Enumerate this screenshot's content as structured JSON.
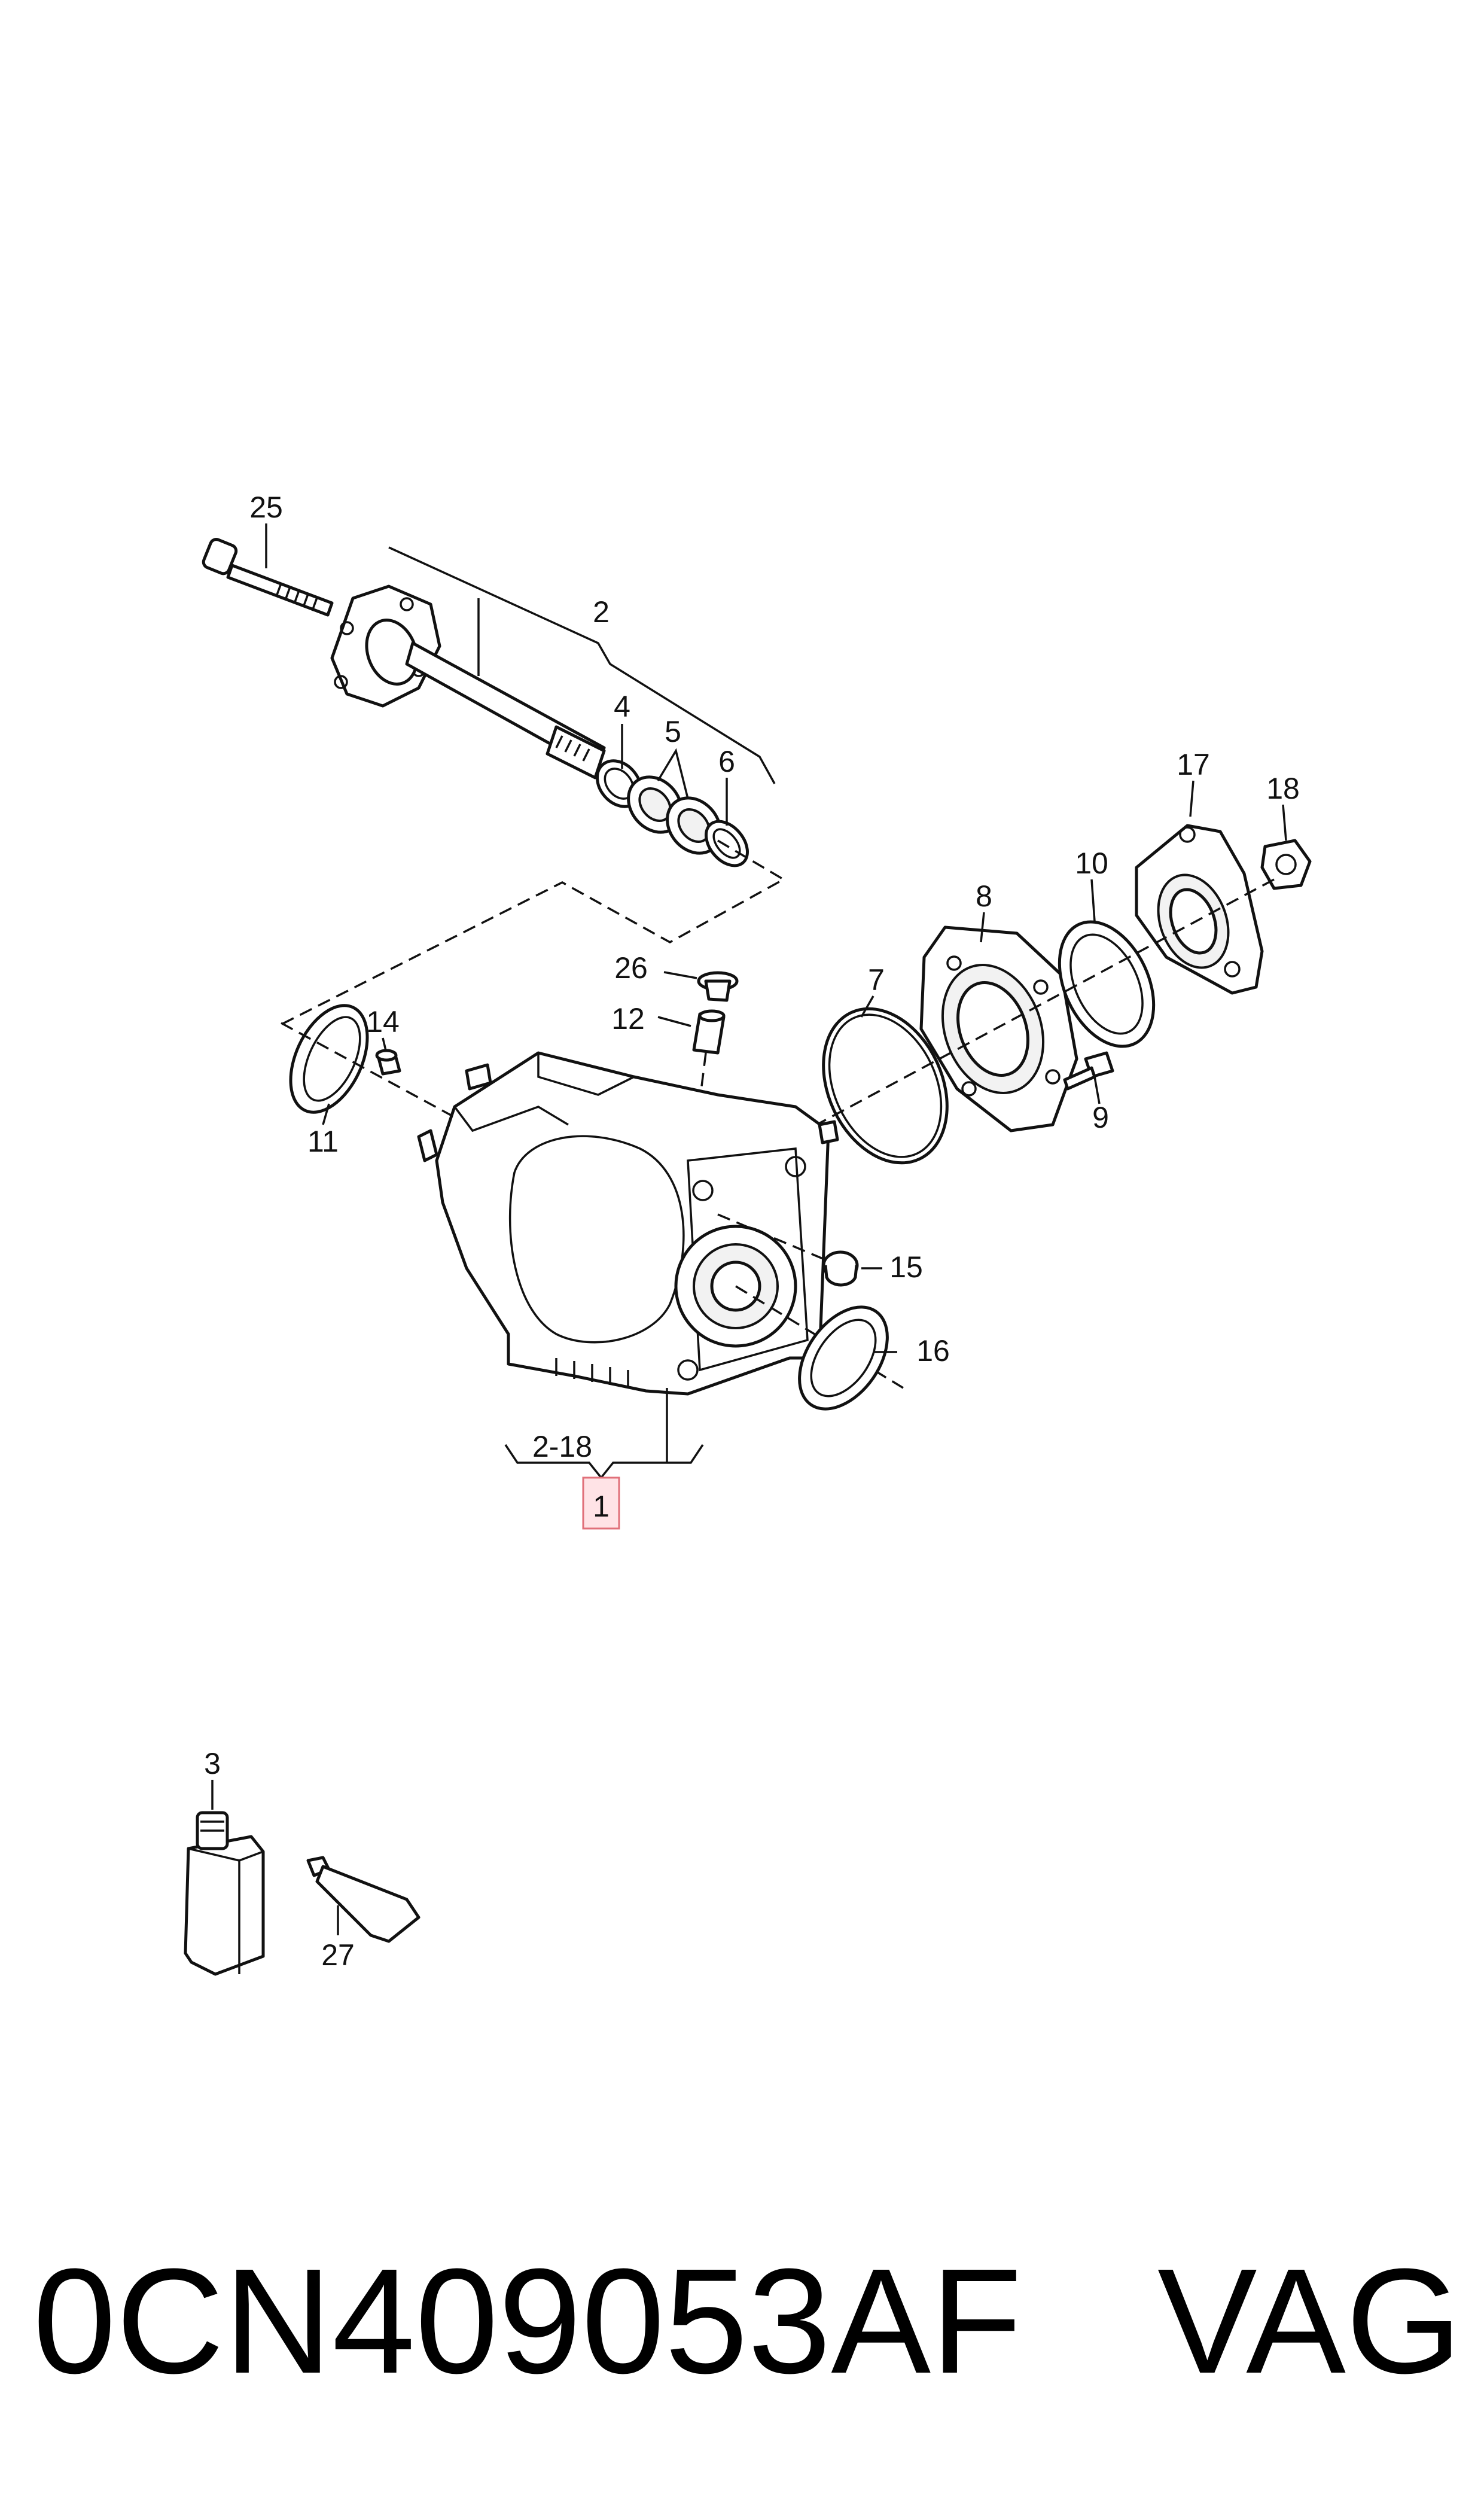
{
  "callouts": {
    "c1": "1",
    "c2": "2",
    "c3": "3",
    "c4": "4",
    "c5": "5",
    "c6": "6",
    "c7": "7",
    "c8": "8",
    "c9": "9",
    "c10": "10",
    "c11": "11",
    "c12": "12",
    "c14": "14",
    "c15": "15",
    "c16": "16",
    "c17": "17",
    "c18": "18",
    "c25": "25",
    "c26": "26",
    "c27": "27",
    "range": "2-18"
  },
  "footer": {
    "part_number": "0CN409053AF",
    "brand": "VAG"
  },
  "colors": {
    "highlight_fill": "#ffe3e6",
    "highlight_stroke": "#e0707a",
    "line": "#111111"
  }
}
